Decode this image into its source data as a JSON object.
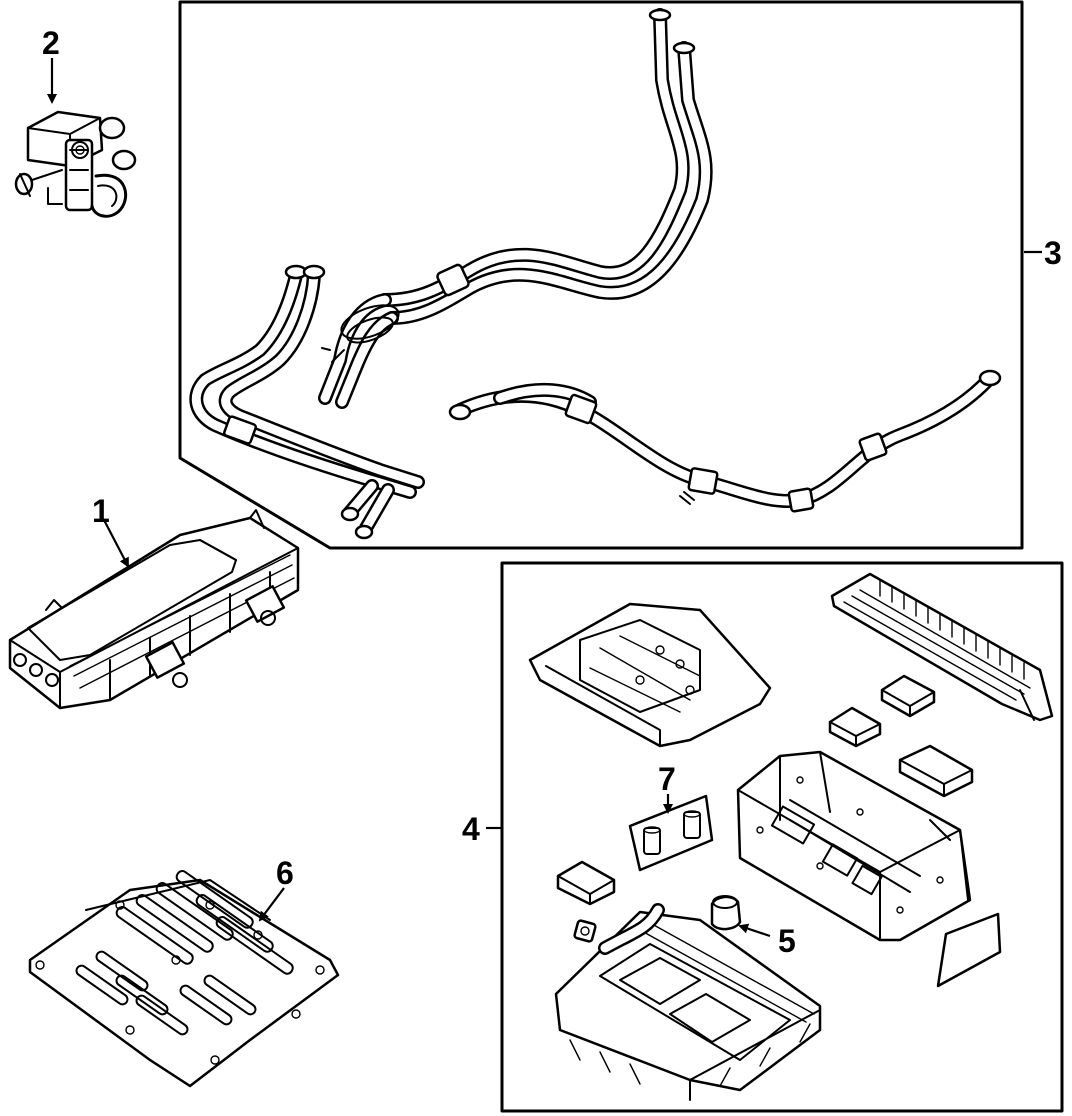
{
  "callouts": {
    "c1": "1",
    "c2": "2",
    "c3": "3",
    "c4": "4",
    "c5": "5",
    "c6": "6",
    "c7": "7"
  },
  "parts": [
    {
      "number": "1",
      "icon": "battery-pack-icon"
    },
    {
      "number": "2",
      "icon": "coolant-valve-icon"
    },
    {
      "number": "3",
      "icon": "coolant-hoses-icon"
    },
    {
      "number": "4",
      "icon": "battery-assembly-icon"
    },
    {
      "number": "5",
      "icon": "grommet-icon"
    },
    {
      "number": "6",
      "icon": "skid-plate-icon"
    },
    {
      "number": "7",
      "icon": "label-icon"
    }
  ],
  "colors": {
    "line": "#000000",
    "background": "#ffffff"
  }
}
